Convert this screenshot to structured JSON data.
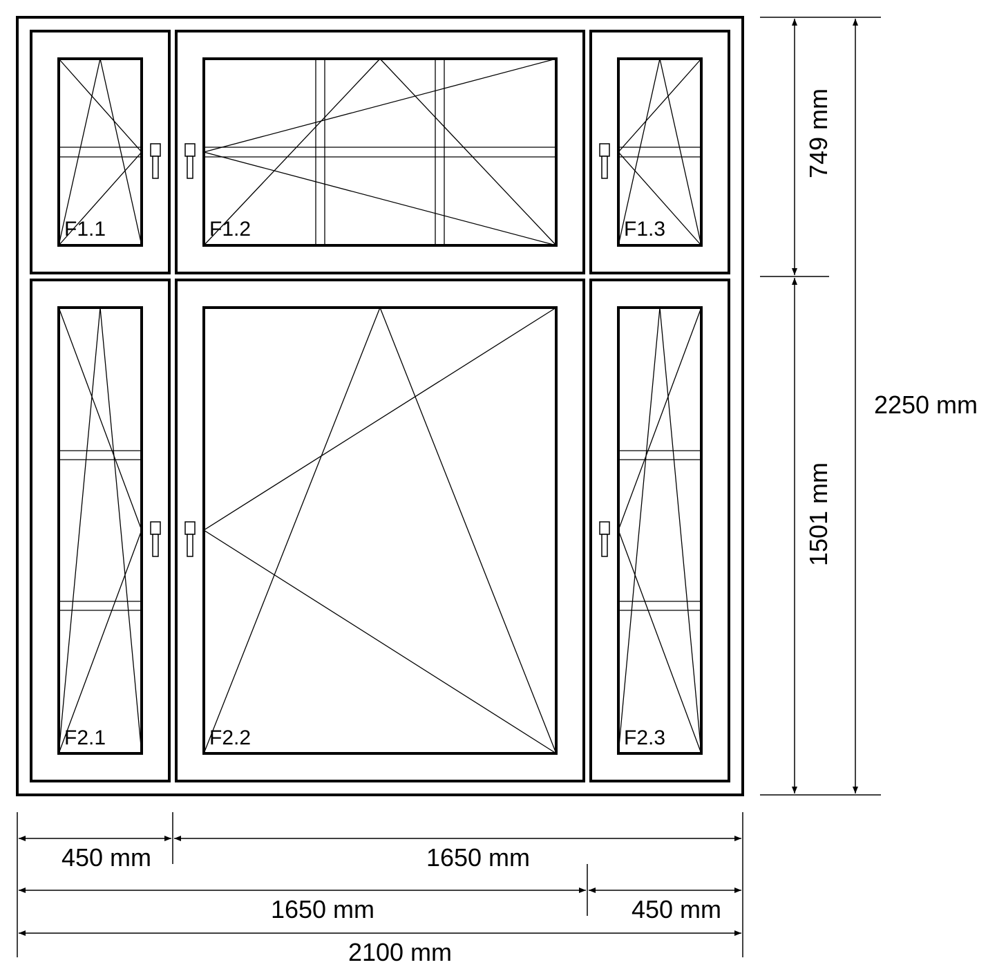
{
  "units": "mm",
  "drawing": {
    "colors": {
      "line": "#000000",
      "background": "#ffffff"
    },
    "panes": [
      {
        "id": "F1.1",
        "label": "F1.1",
        "opening": "tilt-turn",
        "hinge": "left"
      },
      {
        "id": "F1.2",
        "label": "F1.2",
        "opening": "tilt-turn",
        "hinge": "right"
      },
      {
        "id": "F1.3",
        "label": "F1.3",
        "opening": "tilt-turn",
        "hinge": "right"
      },
      {
        "id": "F2.1",
        "label": "F2.1",
        "opening": "tilt-turn",
        "hinge": "left"
      },
      {
        "id": "F2.2",
        "label": "F2.2",
        "opening": "tilt-turn",
        "hinge": "right"
      },
      {
        "id": "F2.3",
        "label": "F2.3",
        "opening": "tilt-turn",
        "hinge": "right"
      }
    ],
    "dimensions": {
      "upper_height": "749 mm",
      "lower_height": "1501 mm",
      "total_height": "2250 mm",
      "left_column_width": "450 mm",
      "center_right_width": "1650 mm",
      "left_center_width": "1650 mm",
      "right_column_width": "450 mm",
      "total_width": "2100 mm"
    },
    "dimension_values": {
      "upper_height": 749,
      "lower_height": 1501,
      "total_height": 2250,
      "left_column_width": 450,
      "right_column_width": 450,
      "total_width": 2100
    }
  }
}
